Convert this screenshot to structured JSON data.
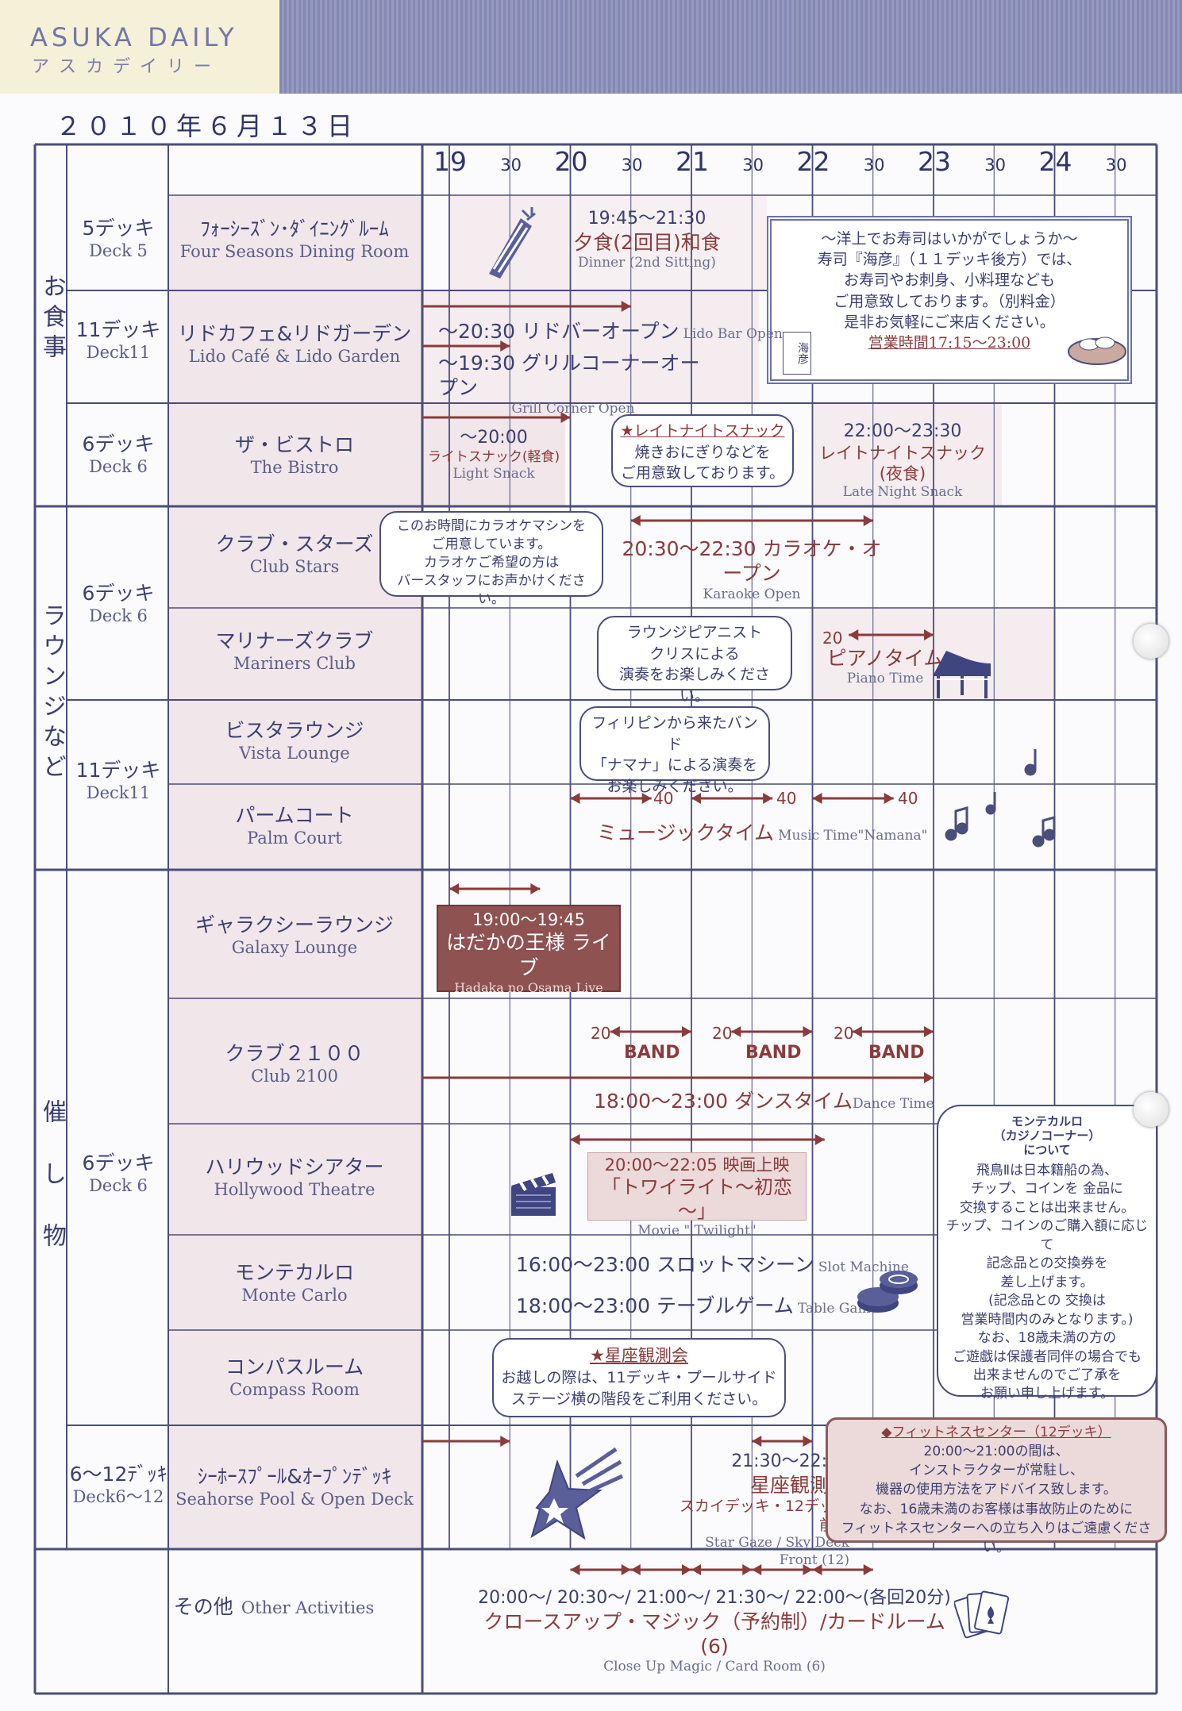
{
  "header": {
    "brand": "ASUKA DAILY",
    "brand_kana": "アスカデイリー",
    "date": "２０１０年６月１３日"
  },
  "timeline": {
    "hours": [
      "19",
      "20",
      "21",
      "22",
      "23",
      "24"
    ],
    "half": "30"
  },
  "categories": {
    "meals": "お食事",
    "lounge": "ラウンジなど",
    "events": "催し物"
  },
  "decks": {
    "d5": {
      "jp": "5デッキ",
      "en": "Deck 5"
    },
    "d11a": {
      "jp": "11デッキ",
      "en": "Deck11"
    },
    "d6a": {
      "jp": "6デッキ",
      "en": "Deck 6"
    },
    "d6b": {
      "jp": "6デッキ",
      "en": "Deck 6"
    },
    "d11b": {
      "jp": "11デッキ",
      "en": "Deck11"
    },
    "d6c": {
      "jp": "6デッキ",
      "en": "Deck 6"
    },
    "d612": {
      "jp": "6～12ﾃﾞｯｷ",
      "en": "Deck6～12"
    }
  },
  "venues": {
    "four_seasons": {
      "jp": "ﾌｫｰｼｰｽﾞﾝ･ﾀﾞｲﾆﾝｸﾞﾙｰﾑ",
      "en": "Four Seasons Dining Room"
    },
    "lido": {
      "jp": "リドカフェ&リドガーデン",
      "en": "Lido Café & Lido Garden"
    },
    "bistro": {
      "jp": "ザ・ビストロ",
      "en": "The Bistro"
    },
    "club_stars": {
      "jp": "クラブ・スターズ",
      "en": "Club Stars"
    },
    "mariners": {
      "jp": "マリナーズクラブ",
      "en": "Mariners Club"
    },
    "vista": {
      "jp": "ビスタラウンジ",
      "en": "Vista Lounge"
    },
    "palm": {
      "jp": "パームコート",
      "en": "Palm Court"
    },
    "galaxy": {
      "jp": "ギャラクシーラウンジ",
      "en": "Galaxy Lounge"
    },
    "club2100": {
      "jp": "クラブ２１００",
      "en": "Club 2100"
    },
    "hollywood": {
      "jp": "ハリウッドシアター",
      "en": "Hollywood Theatre"
    },
    "monte": {
      "jp": "モンテカルロ",
      "en": "Monte Carlo"
    },
    "compass": {
      "jp": "コンパスルーム",
      "en": "Compass Room"
    },
    "seahorse": {
      "jp": "ｼｰﾎｰｽﾌﾟｰﾙ&ｵｰﾌﾟﾝﾃﾞｯｷ",
      "en": "Seahorse Pool & Open Deck"
    },
    "other": {
      "jp": "その他",
      "en": "Other Activities"
    }
  },
  "events": {
    "dinner": {
      "time": "19:45～21:30",
      "jp": "夕食(2回目)和食",
      "en": "Dinner (2nd Sitting)"
    },
    "sushi": {
      "l1": "～洋上でお寿司はいかがでしょうか～",
      "l2": "寿司『海彦』（１１デッキ後方）では、",
      "l3": "お寿司やお刺身、小料理なども",
      "l4": "ご用意致しております。（別料金）",
      "l5": "是非お気軽にご来店ください。",
      "hours": "営業時間17:15～23:00",
      "logo": "海彦"
    },
    "lido_bar": {
      "jp": "～20:30 リドバーオープン",
      "en": "Lido Bar Open"
    },
    "grill": {
      "jp": "～19:30 グリルコーナーオープン",
      "en": "Grill Corner Open"
    },
    "light_snack": {
      "time": "～20:00",
      "jp": "ライトスナック(軽食)",
      "en": "Light Snack"
    },
    "late_bubble": {
      "title": "★レイトナイトスナック",
      "l1": "焼きおにぎりなどを",
      "l2": "ご用意致しております。"
    },
    "late_snack": {
      "time": "22:00～23:30",
      "jp": "レイトナイトスナック(夜食)",
      "en": "Late Night Snack"
    },
    "karaoke_bubble": {
      "l1": "このお時間にカラオケマシンを",
      "l2": "ご用意しています。",
      "l3": "カラオケご希望の方は",
      "l4": "バースタッフにお声かけください。"
    },
    "karaoke": {
      "jp": "20:30～22:30 カラオケ・オープン",
      "en": "Karaoke Open"
    },
    "pianist_bubble": {
      "l1": "ラウンジピアニスト",
      "l2": "クリスによる",
      "l3": "演奏をお楽しみください。"
    },
    "piano": {
      "num": "20",
      "jp": "ピアノタイム",
      "en": "Piano Time"
    },
    "band_bubble": {
      "l1": "フィリピンから来たバンド",
      "l2": "「ナマナ」による演奏を",
      "l3": "お楽しみください。"
    },
    "music": {
      "num": "40",
      "jp": "ミュージックタイム",
      "en": "Music Time\"Namana\""
    },
    "hadaka": {
      "time": "19:00～19:45",
      "jp": "はだかの王様 ライブ",
      "en": "Hadaka no Osama Live"
    },
    "band": {
      "num": "20",
      "label": "BAND"
    },
    "dance": {
      "jp": "18:00～23:00 ダンスタイム",
      "en": "Dance Time"
    },
    "movie": {
      "time": "20:00～22:05 映画上映",
      "jp": "「トワイライト～初恋～」",
      "en": "Movie \" Twilight\""
    },
    "slot": {
      "jp": "16:00～23:00 スロットマシーン",
      "en": "Slot Machine"
    },
    "table": {
      "jp": "18:00～23:00 テーブルゲーム",
      "en": "Table Game"
    },
    "casino": {
      "title": "モンテカルロ",
      "title2": "（カジノコーナー）",
      "title3": "について",
      "l1": "飛鳥Ⅱは日本籍船の為、",
      "l2": "チップ、コインを 金品に",
      "l3": "交換することは出来ません。",
      "l4": "チップ、コインのご購入額に応じて",
      "l5": "記念品との交換券を",
      "l6": "差し上げます。",
      "l7": "(記念品との 交換は",
      "l8": "営業時間内のみとなります。)",
      "l9": "なお、18歳未満の方の",
      "l10": "ご遊戯は保護者同伴の場合でも",
      "l11": "出来ませんのでご了承を",
      "l12": "お願い申し上げます。"
    },
    "star_bubble": {
      "title": "★星座観測会",
      "l1": "お越しの際は、11デッキ・プールサイド",
      "l2": "ステージ横の階段をご利用ください。"
    },
    "star": {
      "time": "21:30～22:00",
      "jp": "星座観測会",
      "sub": "スカイデッキ・12デッキ前方",
      "en": "Star Gaze / Sky Deck Front (12)"
    },
    "fitness": {
      "title": "◆フィットネスセンター（12デッキ）",
      "l1": "20:00～21:00の間は、",
      "l2": "インストラクターが常駐し、",
      "l3": "機器の使用方法をアドバイス致します。",
      "l4": "なお、16歳未満のお客様は事故防止のために",
      "l5": "フィットネスセンターへの立ち入りはご遠慮ください。"
    },
    "magic": {
      "times": "20:00～/ 20:30～/ 21:00～/ 21:30～/ 22:00～(各回20分)",
      "jp": "クロースアップ・マジック（予約制）/カードルーム(6)",
      "en": "Close Up Magic / Card Room (6)"
    }
  },
  "colors": {
    "line": "#4a4e7a",
    "venue_bg": "#f1e6ea",
    "accent": "#8a3b3b",
    "frame": "#2f346a"
  }
}
